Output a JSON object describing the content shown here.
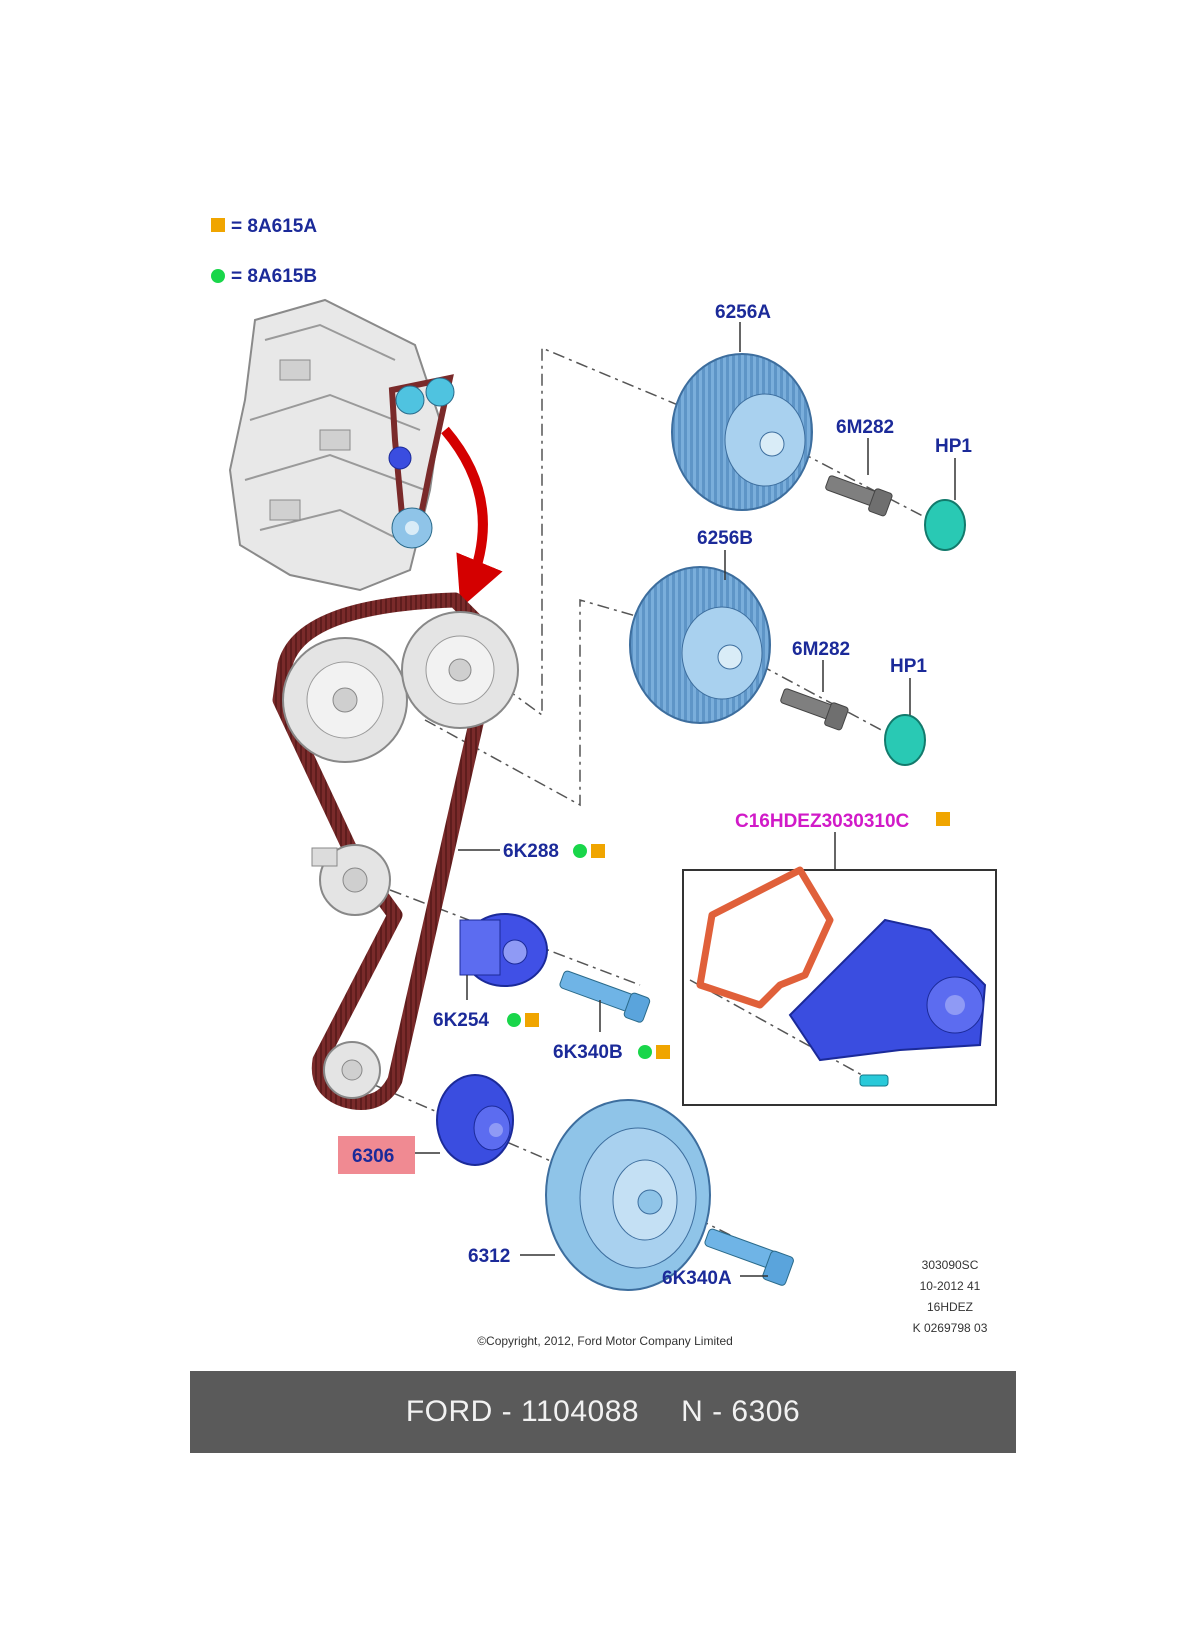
{
  "colors": {
    "label_blue": "#1b2a99",
    "label_magenta": "#d11ac8",
    "belt": "#7a2a2a",
    "highlight": "#f08a92",
    "arrow_red": "#d40000",
    "legend_orange": "#f0a500",
    "legend_green": "#19d64a",
    "part_light_blue": "#8fc4e8",
    "part_dark_blue": "#2c3ed6",
    "part_cyan": "#29c9b4",
    "footer_bg": "#5a5a5a"
  },
  "legend": [
    {
      "symbol": "orange-square",
      "text": "= 8A615A"
    },
    {
      "symbol": "green-dot",
      "text": "= 8A615B"
    }
  ],
  "parts": {
    "sprocket_a": "6256A",
    "sprocket_b": "6256B",
    "bolt_a": "6M282",
    "bolt_b": "6M282",
    "cap_a": "HP1",
    "cap_b": "HP1",
    "belt": "6K288",
    "tensioner": "6K254",
    "tensioner_bolt": "6K340B",
    "crank_sprocket": "6306",
    "pulley": "6312",
    "pulley_bolt": "6K340A",
    "water_pump_kit": "C16HDEZ3030310C"
  },
  "ref_block": [
    "303090SC",
    "10-2012 41",
    "16HDEZ",
    "K 0269798 03"
  ],
  "copyright": "©Copyright, 2012, Ford Motor Company Limited",
  "footer": {
    "brand_part": "FORD - 1104088",
    "ref": "N - 6306"
  }
}
